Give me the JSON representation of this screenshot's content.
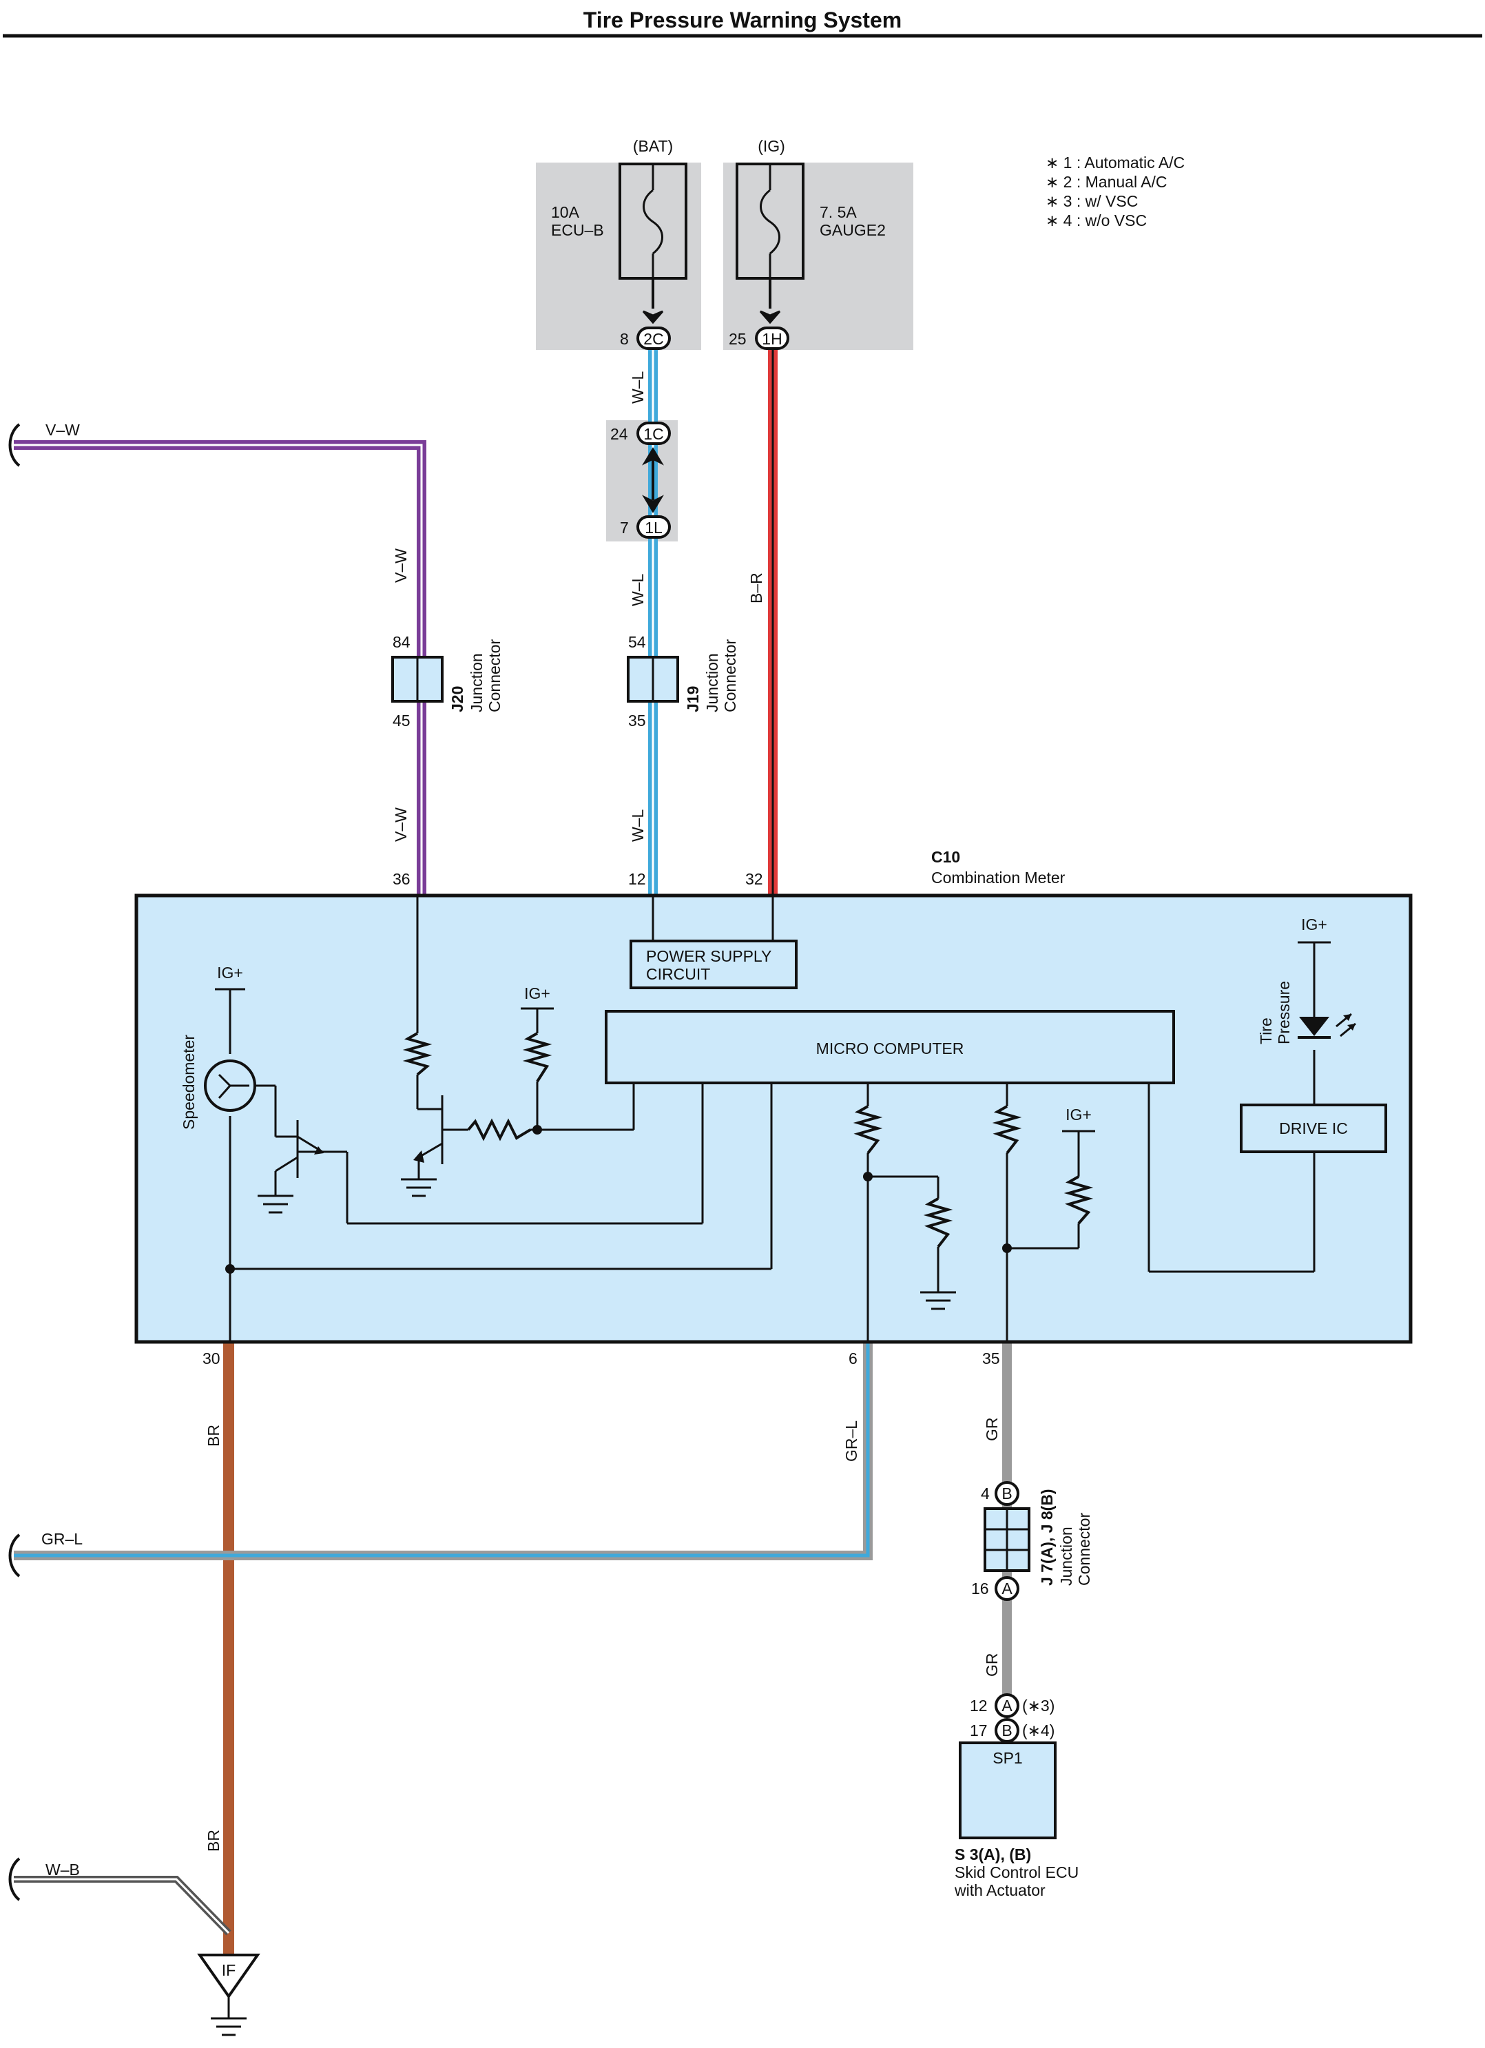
{
  "title": "Tire Pressure Warning System",
  "notes": [
    "∗ 1 : Automatic A/C",
    "∗ 2 : Manual A/C",
    "∗ 3 : w/ VSC",
    "∗ 4 : w/o VSC"
  ],
  "colors": {
    "panel_gray": "#d3d4d6",
    "meter_fill": "#cde9fa",
    "wire_violet": "#7a3d98",
    "wire_blue": "#3fa9db",
    "wire_red": "#e03a3a",
    "wire_brown": "#b05a32",
    "wire_gray": "#9a9a9a",
    "stroke": "#111111"
  },
  "fuses": {
    "bat": {
      "source": "(BAT)",
      "amp": "10A",
      "name": "ECU–B",
      "pin": "8",
      "connector": "2C"
    },
    "ig": {
      "source": "(IG)",
      "amp": "7. 5A",
      "name": "GAUGE2",
      "pin": "25",
      "connector": "1H"
    }
  },
  "connectors": {
    "c1c": {
      "pin": "24",
      "id": "1C"
    },
    "c1l": {
      "pin": "7",
      "id": "1L"
    }
  },
  "junctions": {
    "j20": {
      "id": "J20",
      "name_line1": "Junction",
      "name_line2": "Connector",
      "pin_top": "84",
      "pin_bottom": "45"
    },
    "j19": {
      "id": "J19",
      "name_line1": "Junction",
      "name_line2": "Connector",
      "pin_top": "54",
      "pin_bottom": "35"
    },
    "j7": {
      "id": "J 7(A), J 8(B)",
      "name_line1": "Junction",
      "name_line2": "Connector",
      "pin_top": "4",
      "pin_top_id": "B",
      "pin_bottom": "16",
      "pin_bottom_id": "A"
    }
  },
  "wires": {
    "vw": "V–W",
    "wl": "W–L",
    "br_red": "B–R",
    "br": "BR",
    "grl": "GR–L",
    "gr": "GR",
    "wb": "W–B"
  },
  "meter": {
    "id": "C10",
    "name": "Combination Meter",
    "pins": {
      "p36": "36",
      "p12": "12",
      "p32": "32",
      "p30": "30",
      "p6": "6",
      "p35": "35"
    },
    "power_supply_line1": "POWER SUPPLY",
    "power_supply_line2": "CIRCUIT",
    "micro_computer": "MICRO COMPUTER",
    "drive_ic": "DRIVE IC",
    "ig_plus": "IG+",
    "speedometer": "Speedometer",
    "tire_line1": "Tire",
    "tire_line2": "Pressure"
  },
  "skid": {
    "pin_a": "12",
    "pin_a_id": "A",
    "pin_a_note": "(∗3)",
    "pin_b": "17",
    "pin_b_id": "B",
    "pin_b_note": "(∗4)",
    "box_label": "SP1",
    "id": "S 3(A), (B)",
    "name_line1": "Skid Control ECU",
    "name_line2": "with Actuator"
  },
  "ground": {
    "label": "IF"
  }
}
